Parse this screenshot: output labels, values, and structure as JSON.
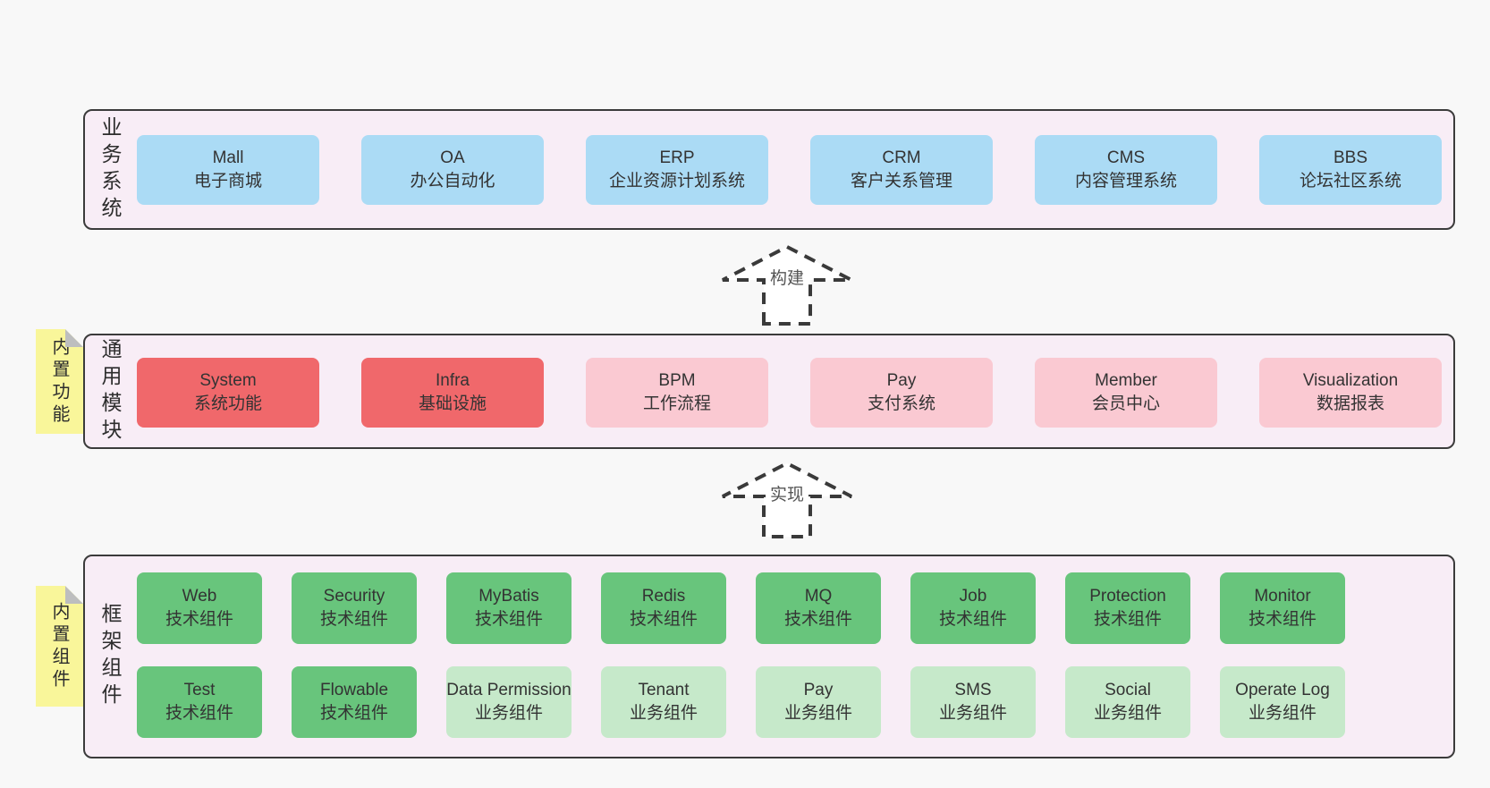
{
  "page": {
    "background": "#f8f8f8"
  },
  "colors": {
    "panel_bg": "#f8edf6",
    "panel_border": "#3b3b3b",
    "blue_box": "#abdbf5",
    "red_box": "#f0686b",
    "pink_box": "#fac9d2",
    "green_box": "#68c57c",
    "light_green_box": "#c6e9ca",
    "note_yellow": "#f9f69a",
    "fold_gray": "#bdbebf",
    "box_text": "#333333",
    "arrow_label_text": "#555555"
  },
  "sections": [
    {
      "label": "业务系统",
      "boxes": [
        {
          "en": "Mall",
          "zh": "电子商城"
        },
        {
          "en": "OA",
          "zh": "办公自动化"
        },
        {
          "en": "ERP",
          "zh": "企业资源计划系统"
        },
        {
          "en": "CRM",
          "zh": "客户关系管理"
        },
        {
          "en": "CMS",
          "zh": "内容管理系统"
        },
        {
          "en": "BBS",
          "zh": "论坛社区系统"
        }
      ]
    },
    {
      "label": "通用模块",
      "note": "内置功能",
      "boxes": [
        {
          "en": "System",
          "zh": "系统功能"
        },
        {
          "en": "Infra",
          "zh": "基础设施"
        },
        {
          "en": "BPM",
          "zh": "工作流程"
        },
        {
          "en": "Pay",
          "zh": "支付系统"
        },
        {
          "en": "Member",
          "zh": "会员中心"
        },
        {
          "en": "Visualization",
          "zh": "数据报表"
        }
      ]
    },
    {
      "label": "框架组件",
      "note": "内置组件",
      "rows": [
        [
          {
            "en": "Web",
            "zh": "技术组件"
          },
          {
            "en": "Security",
            "zh": "技术组件"
          },
          {
            "en": "MyBatis",
            "zh": "技术组件"
          },
          {
            "en": "Redis",
            "zh": "技术组件"
          },
          {
            "en": "MQ",
            "zh": "技术组件"
          },
          {
            "en": "Job",
            "zh": "技术组件"
          },
          {
            "en": "Protection",
            "zh": "技术组件"
          },
          {
            "en": "Monitor",
            "zh": "技术组件"
          }
        ],
        [
          {
            "en": "Test",
            "zh": "技术组件"
          },
          {
            "en": "Flowable",
            "zh": "技术组件"
          },
          {
            "en": "Data Permission",
            "zh": "业务组件"
          },
          {
            "en": "Tenant",
            "zh": "业务组件"
          },
          {
            "en": "Pay",
            "zh": "业务组件"
          },
          {
            "en": "SMS",
            "zh": "业务组件"
          },
          {
            "en": "Social",
            "zh": "业务组件"
          },
          {
            "en": "Operate Log",
            "zh": "业务组件"
          }
        ]
      ]
    }
  ],
  "arrows": [
    {
      "label": "构建"
    },
    {
      "label": "实现"
    }
  ]
}
